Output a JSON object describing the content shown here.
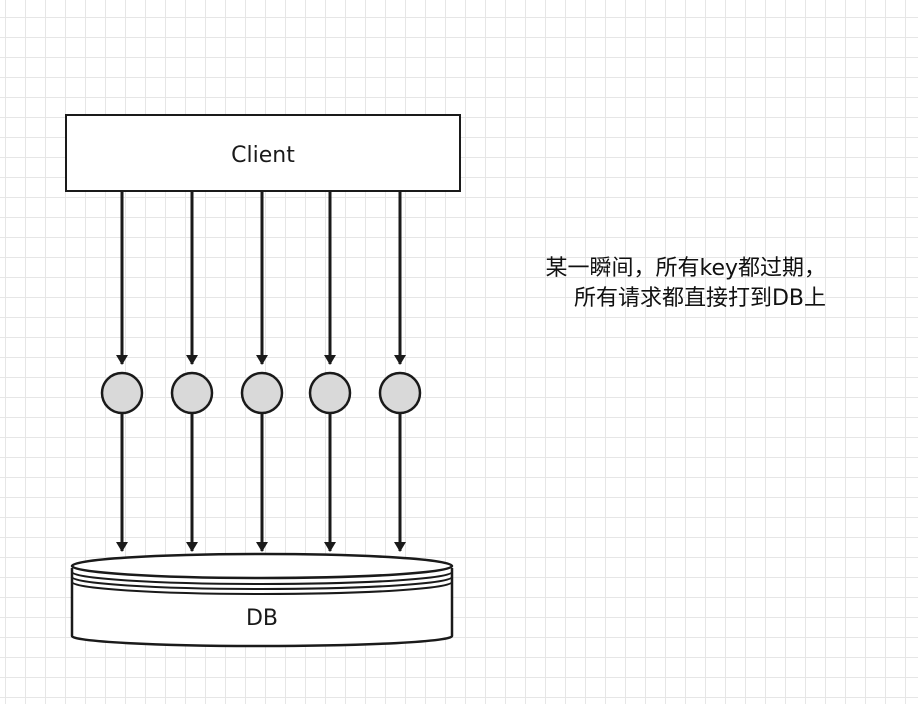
{
  "client": {
    "label": "Client"
  },
  "db": {
    "label": "DB"
  },
  "annotation": {
    "line1": "某一瞬间，所有key都过期，",
    "line2": "所有请求都直接打到DB上"
  },
  "requests": {
    "count": 5
  },
  "colors": {
    "stroke": "#1a1a1a",
    "node_fill": "#d9d9d9",
    "grid": "#e6e6e6",
    "background": "#ffffff"
  }
}
